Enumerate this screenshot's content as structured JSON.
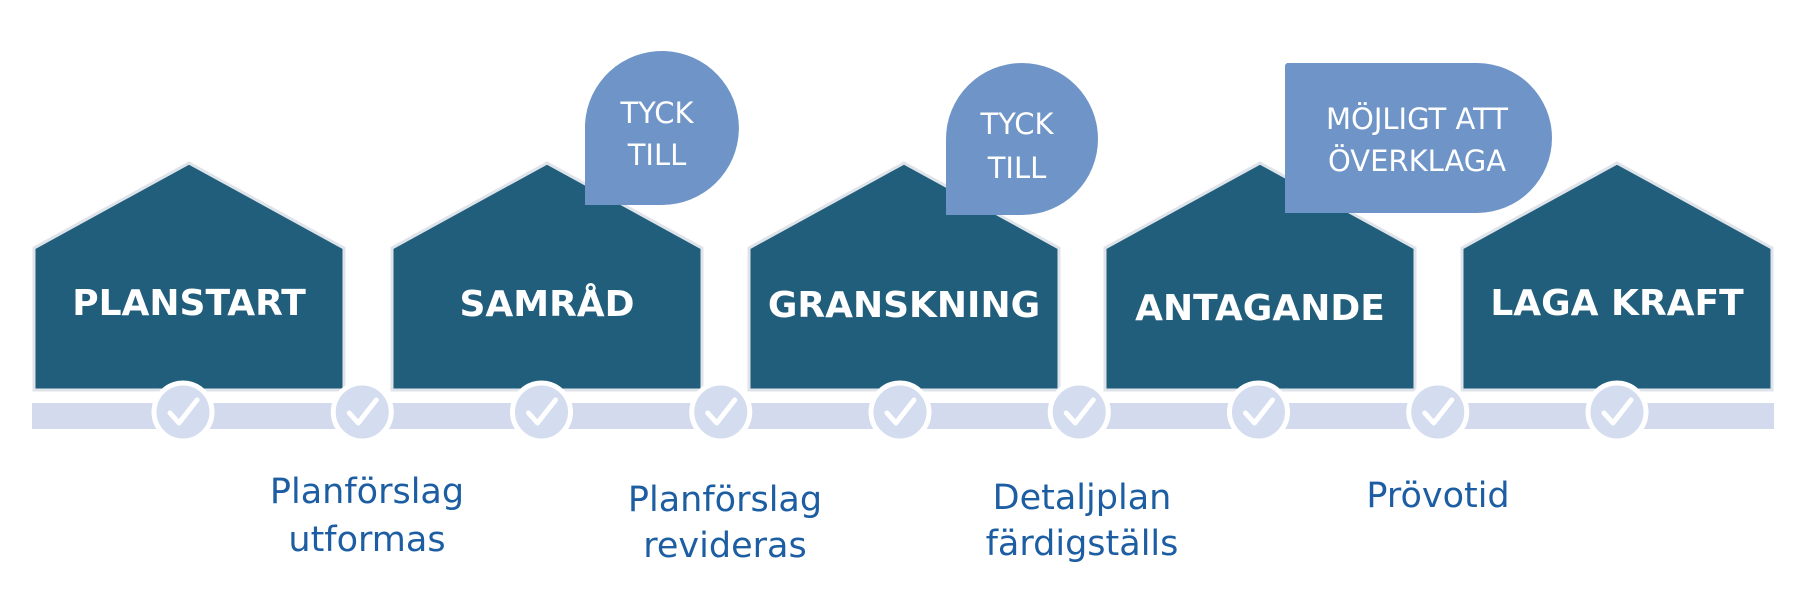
{
  "colors": {
    "house_fill": "#215e7c",
    "house_outline": "#dfe3ea",
    "bubble_fill": "#6f95c8",
    "track": "#d3daee",
    "check_circle": "#d4dcf0",
    "check_ring": "#ffffff",
    "check_mark": "#ffffff",
    "phase_text": "#1d5ea3"
  },
  "houses": [
    {
      "label": "PLANSTART"
    },
    {
      "label": "SAMRÅD"
    },
    {
      "label": "GRANSKNING"
    },
    {
      "label": "ANTAGANDE"
    },
    {
      "label": "LAGA KRAFT"
    }
  ],
  "bubbles": [
    {
      "lines": [
        "TYCK",
        "TILL"
      ]
    },
    {
      "lines": [
        "TYCK",
        "TILL"
      ]
    },
    {
      "lines": [
        "MÖJLIGT ATT",
        "ÖVERKLAGA"
      ]
    }
  ],
  "phases": [
    {
      "lines": [
        "Planförslag",
        "utformas"
      ]
    },
    {
      "lines": [
        "Planförslag",
        "revideras"
      ]
    },
    {
      "lines": [
        "Detaljplan",
        "färdigställs"
      ]
    },
    {
      "lines": [
        "Prövotid"
      ]
    }
  ],
  "checkpoints": {
    "count": 9,
    "icon": "check-icon"
  }
}
